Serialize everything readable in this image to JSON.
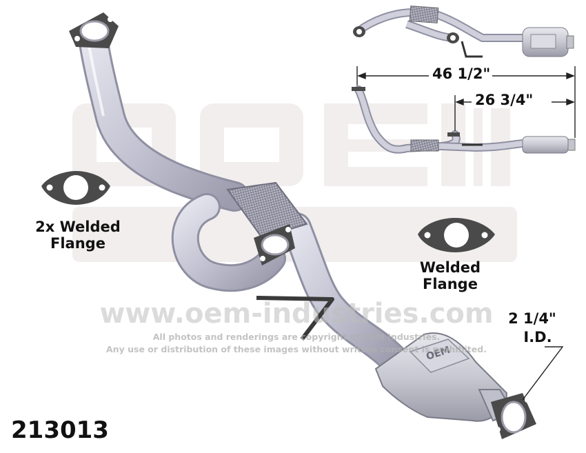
{
  "labels": {
    "flange_2x_line1": "2x Welded",
    "flange_2x_line2": "Flange",
    "flange_line1": "Welded",
    "flange_line2": "Flange",
    "inner_diameter_line1": "2 1/4\"",
    "inner_diameter_line2": "I.D."
  },
  "dimensions": {
    "overall_length": "46 1/2\"",
    "secondary_length": "26 3/4\""
  },
  "part_number": "213013",
  "watermark": {
    "url": "www.oem-industries.com",
    "copyright_line1": "All photos and renderings are copyright of OEM Industries.",
    "copyright_line2": "Any use or distribution of these images without written consent is prohibited."
  },
  "colors": {
    "pipe": "#c8c8d6",
    "pipe_shadow": "#9a9aab",
    "flange": "#4a4a4a",
    "watermark": "#bebebe",
    "text": "#111111"
  }
}
